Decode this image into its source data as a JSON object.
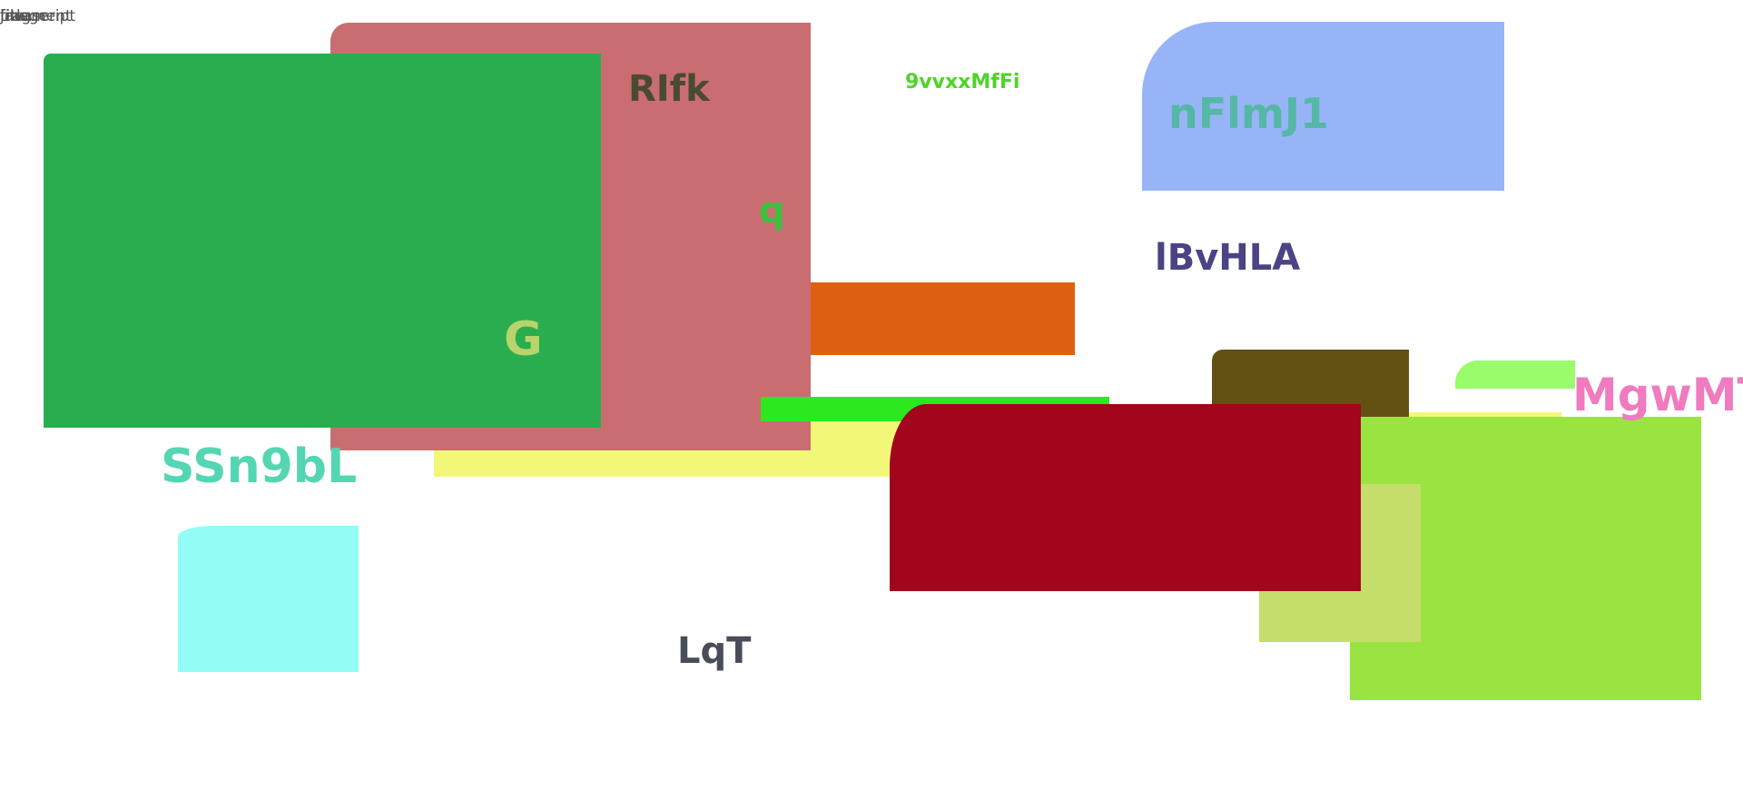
{
  "corner_text": [
    "javascript",
    "title",
    "image",
    "file",
    "fragment"
  ],
  "labels": {
    "rifk": "RIfk",
    "code": "9vvxxMfFi",
    "nflmj": "nFlmJ1",
    "q": "q",
    "lbvhla": "lBvHLA",
    "g": "G",
    "mgwmt": "MgwMT",
    "ssn9bl": "SSn9bL",
    "lqt": "LqT"
  },
  "colors": {
    "background": "#ffffff",
    "salmon": "#c96d70",
    "green": "#2aad4f",
    "periwinkle": "#97b4f7",
    "orange": "#dd6011",
    "yellow": "#f3f778",
    "lime_bar": "#2be81f",
    "olive": "#615012",
    "light_green_tab": "#9afc6a",
    "crimson": "#a1061c",
    "yellow_green": "#99e440",
    "khaki": "#c5dd6a",
    "cyan": "#93fcf5",
    "pink": "#f07bbe",
    "teal": "#55d6b2",
    "navy": "#4a4385",
    "slate": "#474e58"
  }
}
